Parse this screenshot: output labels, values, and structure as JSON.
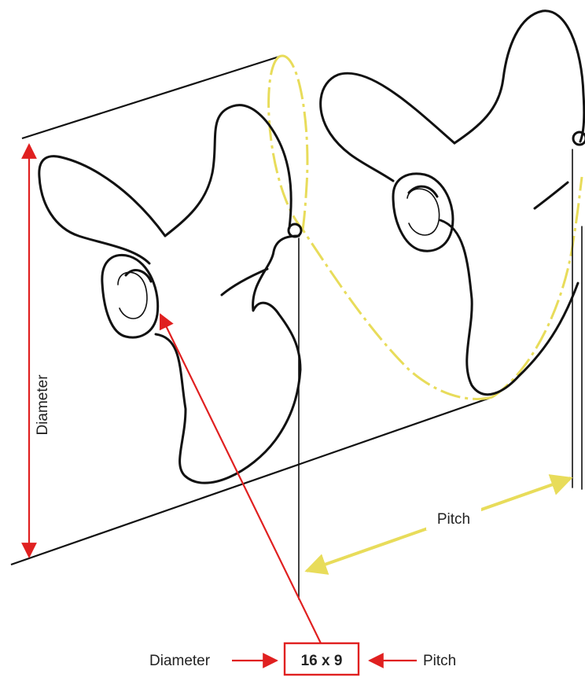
{
  "diagram": {
    "diameter_axis_label": "Diameter",
    "pitch_axis_label": "Pitch",
    "spec_caption": {
      "diameter_label": "Diameter",
      "size_code": "16 x 9",
      "pitch_label": "Pitch"
    }
  },
  "colors": {
    "diameter_accent": "#e02020",
    "pitch_accent": "#e8dc5a",
    "outline": "#111111"
  },
  "icons": {
    "arrow_right": "→",
    "arrow_left": "←"
  }
}
